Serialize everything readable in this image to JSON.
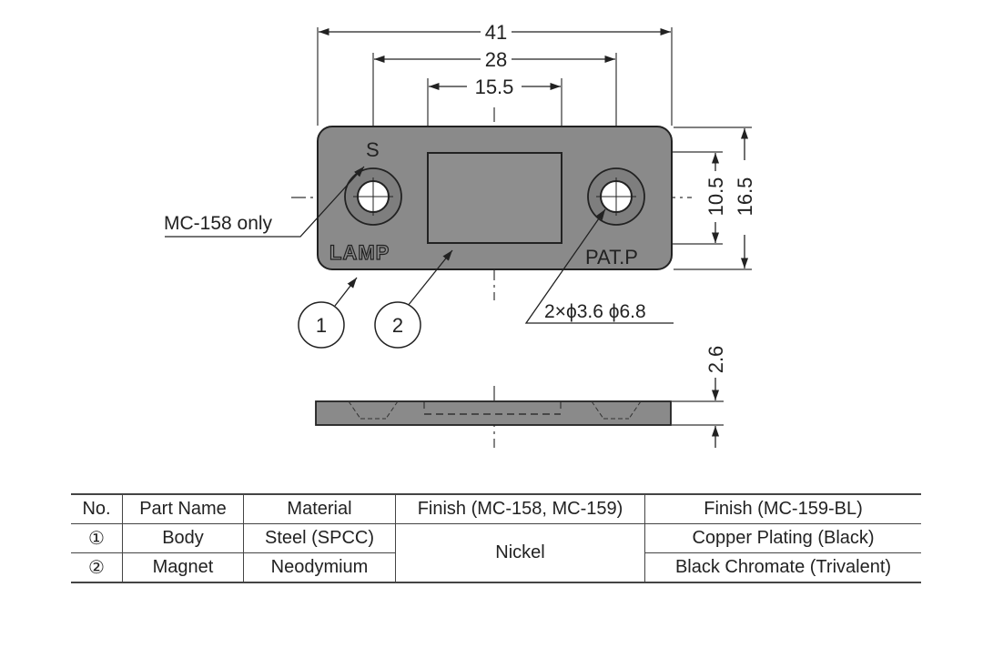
{
  "dimensions": {
    "overall_width": "41",
    "hole_pitch": "28",
    "magnet_width": "15.5",
    "hole_height": "10.5",
    "overall_height": "16.5",
    "thickness": "2.6",
    "hole_callout": "2×ϕ3.6 ϕ6.8"
  },
  "labels": {
    "mc158_only": "MC-158 only",
    "s_mark": "S",
    "brand_mark": "LAMP",
    "patent_mark": "PAT.P",
    "callout_1": "1",
    "callout_2": "2"
  },
  "parts_table": {
    "headers": [
      "No.",
      "Part Name",
      "Material",
      "Finish (MC-158, MC-159)",
      "Finish (MC-159-BL)"
    ],
    "rows": [
      {
        "no": "①",
        "part": "Body",
        "material": "Steel (SPCC)",
        "finish_std": "Nickel",
        "finish_bl": "Copper Plating (Black)"
      },
      {
        "no": "②",
        "part": "Magnet",
        "material": "Neodymium",
        "finish_bl": "Black Chromate (Trivalent)"
      }
    ]
  },
  "colors": {
    "body_fill": "#8a8a8a",
    "line": "#222222"
  }
}
